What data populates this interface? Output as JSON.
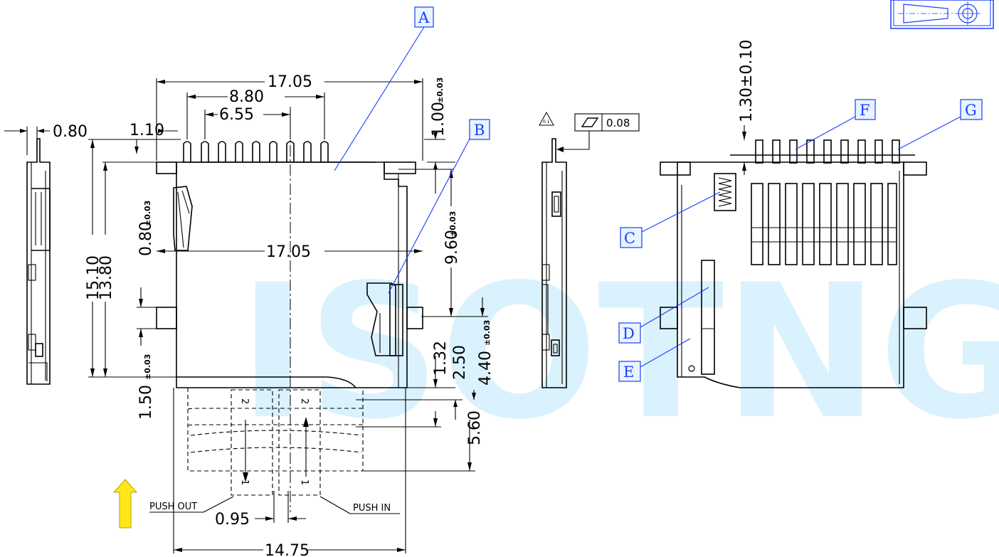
{
  "watermark": "ISOTNG",
  "dimensions": {
    "overall_width": "17.05",
    "pin_span_outer": "8.80",
    "pin_span_inner": "6.55",
    "pin_offset": "1.10",
    "side_thickness": "0.80",
    "pin_height": "1.00",
    "pin_height_tol": "±0.03",
    "body_width_mid": "17.05",
    "height_total": "15.10",
    "height_body": "13.80",
    "ground_offset": "0.80",
    "ground_offset_tol": "±0.03",
    "ref_9_60": "9.60",
    "ref_9_60_tol": "±0.03",
    "card_1_32": "1.32",
    "card_2_50": "2.50",
    "card_4_40": "4.40",
    "card_4_40_tol": "±0.03",
    "card_5_60": "5.60",
    "bottom_1_50": "1.50",
    "bottom_1_50_tol": "±0.03",
    "pitch_0_95": "0.95",
    "card_width": "14.75",
    "lead_height": "1.30±0.10",
    "flatness": "0.08"
  },
  "labels": {
    "push_out": "PUSH OUT",
    "push_in": "PUSH IN",
    "card_num_1": "1",
    "card_num_2": "2"
  },
  "callouts": [
    "A",
    "B",
    "C",
    "D",
    "E",
    "F",
    "G"
  ],
  "colors": {
    "callout": "#1a3cff",
    "arrow": "#ffe81a",
    "watermark": "#aee3fb"
  }
}
